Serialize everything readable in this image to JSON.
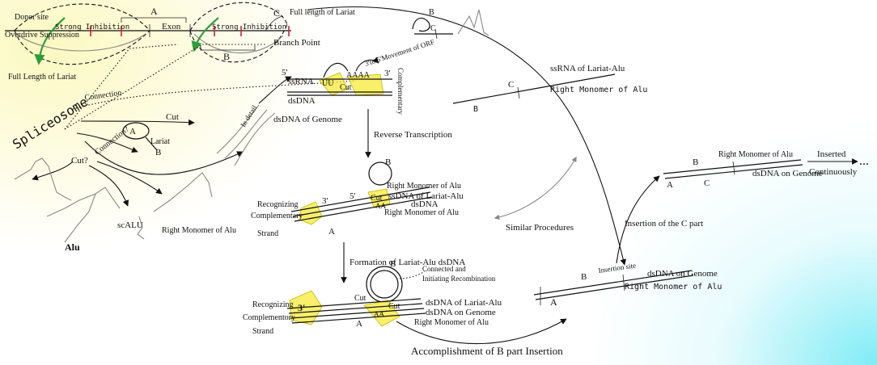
{
  "labels": {
    "donor_site": "Donor site",
    "overdrive_suppression": "Overdrive Suppression",
    "strong_inhibition_left": "Strong Inhibition",
    "strong_inhibition_right": "Strong Inhibition",
    "exon": "Exon",
    "a_top": "A",
    "b_top": "B",
    "c_top": "C",
    "full_length_lariat_top": "Full length of Lariat",
    "branch_point": "Branch Point",
    "full_length_lariat_left": "Full Length of Lariat",
    "spliceosome": "Spliceosome",
    "connection": "Connection",
    "connection_q": "Connection?",
    "cut_q": "Cut?",
    "cut_lariat": "Cut",
    "a_lariat": "A",
    "lariat": "Lariat",
    "b_lariat": "B",
    "alu": "Alu",
    "scalu": "scALU",
    "right_monomer_alu_left": "Right Monomer of Alu",
    "in_detail": "In detail",
    "dsdna_of_genome": "dsDNA of Genome",
    "five_prime_top": "5'",
    "ssrna": "ssRNA",
    "uu": "UU",
    "aaaa_top": "AAAA",
    "three_prime_top": "3'",
    "cut_top": "Cut",
    "dsdna_top": "dsDNA",
    "movement_orf": "3'to 5'Movement of ORF",
    "complementary": "Complementary",
    "reverse_transcription": "Reverse Transcription",
    "b_mid": "B",
    "right_monomer_alu_mid1": "Right Monomer of Alu",
    "ssdna_lariat_alu": "ssDNA of Lariat-Alu",
    "dsdna_mid": "dsDNA",
    "right_monomer_alu_mid2": "Right Monomer of Alu",
    "three_prime_mid": "3'",
    "five_prime_mid": "5'",
    "cut_mid": "Cut",
    "aa_mid": "AA",
    "recognizing_mid": "Recognizing",
    "complementary_mid": "Complementary",
    "strand_mid": "Strand",
    "a_mid": "A",
    "formation_dsdna": "Formation of Lariat-Alu dsDNA",
    "b_bottom": "B",
    "connected_initiating_1": "Connected and",
    "connected_initiating_2": "Initiating Recombination",
    "cut_bottom_left": "Cut",
    "cut_bottom_right": "Cut",
    "aa_bottom": "AA",
    "three_prime_bottom": "3'",
    "dsdna_lariat_alu": "dsDNA of Lariat-Alu",
    "dsdna_on_genome_bottom": "dsDNA on Genome",
    "right_monomer_alu_bottom": "Right Monomer of Alu",
    "recognizing_bottom": "Recognizing",
    "complementory_bottom": "Complementory",
    "strand_bottom": "Strand",
    "a_bottom": "A",
    "accomplishment": "Accomplishment of B part Insertion",
    "b_small_top": "B",
    "c_small_top": "C",
    "c_ssrna": "C",
    "ssrna_lariat_alu": "ssRNA of Lariat-Alu",
    "right_monomer_alu_ssrna": "Right Monomer of Alu",
    "b_ssrna": "B",
    "similar_procedures": "Similar Procedures",
    "insertion_c_part": "Insertion of the C part",
    "a_ins": "A",
    "b_ins": "B",
    "insertion_site": "Insertion site",
    "dsdna_on_genome_ins": "dsDNA on Genome",
    "right_monomer_alu_ins": "Right Monomer of Alu",
    "b_final": "B",
    "right_monomer_alu_final": "Right Monomer of Alu",
    "a_final": "A",
    "c_final": "C",
    "dsdna_on_genome_final": "dsDNA on Genome",
    "inserted": "Inserted",
    "ellipsis": "...",
    "continuously": "Continuously"
  },
  "colors": {
    "highlight_yellow": "#f6ea39",
    "inhibition_red": "#d21f3c",
    "arrow_green": "#2e9e3b",
    "background_yellow": "#fcf8be",
    "background_cyan": "#78ebf5"
  }
}
